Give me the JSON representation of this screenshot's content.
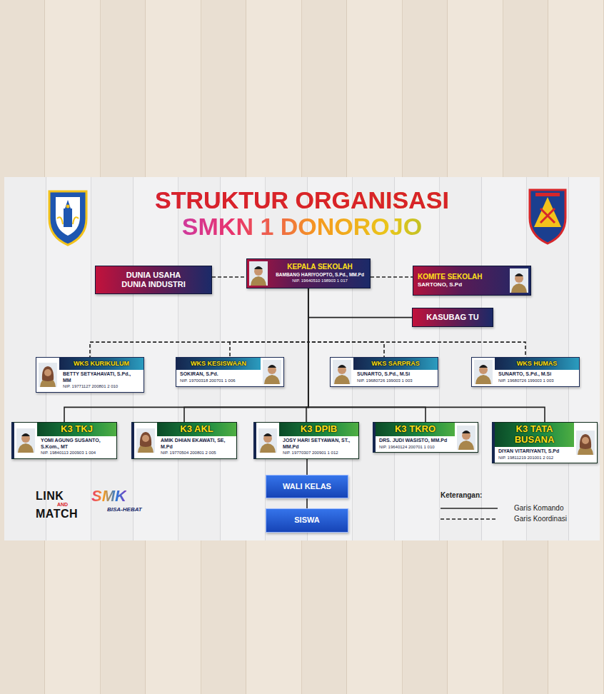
{
  "diagram": {
    "title": "STRUKTUR ORGANISASI SMKN 1 DONOROJO",
    "nodes": [
      {
        "text": [
          "DUNIA USAHA DUNIA INDUSTRI"
        ]
      },
      {
        "text": [
          "KEPALA SEKOLAH",
          "BAMBANG HARIYOOPTO, S.Pd., MM.Pd",
          "NIP. 19640510 198903 1 017"
        ]
      },
      {
        "text": [
          "KOMITE SEKOLAH",
          "SARTONO, S.Pd"
        ]
      },
      {
        "text": [
          "KASUBAG TU"
        ]
      },
      {
        "text": [
          "WKS KURIKULUM",
          "BETTY SETYAHAVATI, S.Pd., MM",
          "NIP. 19771127 200801 2 010"
        ]
      },
      {
        "text": [
          "WKS KESISWAAN",
          "SOKIRAN, S.Pd.",
          "NIP. 19700318 200701 1 006"
        ]
      },
      {
        "text": [
          "WKS SARPRAS",
          "SUNARTO, S.Pd., M.Si",
          "NIP. 19680726 199003 1 003"
        ]
      },
      {
        "text": [
          "WKS HUMAS",
          "SUNARTO, S.Pd., M.Si",
          "NIP. 19680726 199003 1 003"
        ]
      },
      {
        "text": [
          "K3 TKJ",
          "YOMI AGUNG SUSANTO, S.Kom., MT",
          "NIP. 19840113 200903 1 004"
        ]
      },
      {
        "text": [
          "K3 AKL",
          "AMIK DHIAN EKAWATI, SE, M.Pd",
          "NIP. 19770504 200801 2 005"
        ]
      },
      {
        "text": [
          "K3 DPIB",
          "JOSY HARI SETYAWAN, ST., MM.Pd",
          "NIP. 19770307 200901 1 012"
        ]
      },
      {
        "text": [
          "K3 TKRO",
          "DRS. JUDI WASISTO, MM.Pd",
          "NIP. 19640124 200701 1 010"
        ]
      },
      {
        "text": [
          "K3 TATA BUSANA",
          "DIYAN VITARIYANTI, S.Pd",
          "NIP. 19811219 201001 2 012"
        ]
      },
      {
        "text": [
          "WALI KELAS"
        ]
      },
      {
        "text": [
          "SISWA"
        ]
      }
    ],
    "edges": [
      {
        "from": 0,
        "to": 1,
        "arrow": "none"
      },
      {
        "from": 1,
        "to": 2,
        "arrow": "none"
      },
      {
        "from": 1,
        "to": 3,
        "arrow": "none"
      },
      {
        "from": 1,
        "to": 4,
        "arrow": "none"
      },
      {
        "from": 1,
        "to": 5,
        "arrow": "none"
      },
      {
        "from": 1,
        "to": 6,
        "arrow": "none"
      },
      {
        "from": 1,
        "to": 7,
        "arrow": "none"
      },
      {
        "from": 1,
        "to": 8,
        "arrow": "none"
      },
      {
        "from": 1,
        "to": 9,
        "arrow": "none"
      },
      {
        "from": 1,
        "to": 10,
        "arrow": "none"
      },
      {
        "from": 1,
        "to": 11,
        "arrow": "none"
      },
      {
        "from": 1,
        "to": 12,
        "arrow": "none"
      },
      {
        "from": 10,
        "to": 13,
        "arrow": "none"
      },
      {
        "from": 13,
        "to": 14,
        "arrow": "none"
      }
    ],
    "labels": [
      "Keterangan:",
      "LINK",
      "AND",
      "MATCH",
      "SMK",
      "BISA-HEBAT"
    ],
    "legend": [
      {
        "text": "Garis Komando"
      },
      {
        "text": "Garis Koordinasi"
      }
    ]
  }
}
